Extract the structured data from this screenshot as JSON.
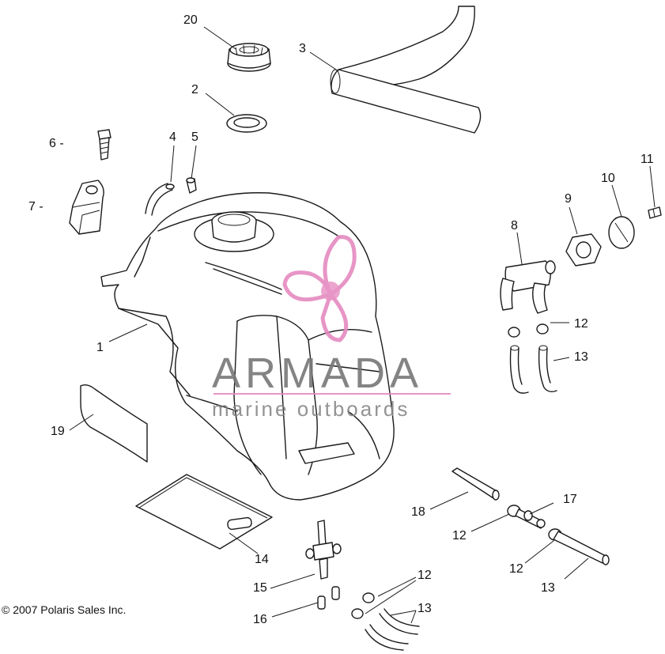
{
  "copyright": "© 2007 Polaris Sales Inc.",
  "watermark": {
    "brand": "ARMADA",
    "tagline": "marine outboards",
    "accent_color": "#e58ac0",
    "text_color": "#777777"
  },
  "callouts": {
    "c1": "1",
    "c2": "2",
    "c3": "3",
    "c4": "4",
    "c5": "5",
    "c6": "6 -",
    "c7": "7 -",
    "c8": "8",
    "c9": "9",
    "c10": "10",
    "c11": "11",
    "c12a": "12",
    "c12b": "12",
    "c12c": "12",
    "c12d": "12",
    "c13a": "13",
    "c13b": "13",
    "c13c": "13",
    "c14": "14",
    "c15": "15",
    "c16": "16",
    "c17": "17",
    "c18": "18",
    "c19": "19",
    "c20": "20"
  }
}
